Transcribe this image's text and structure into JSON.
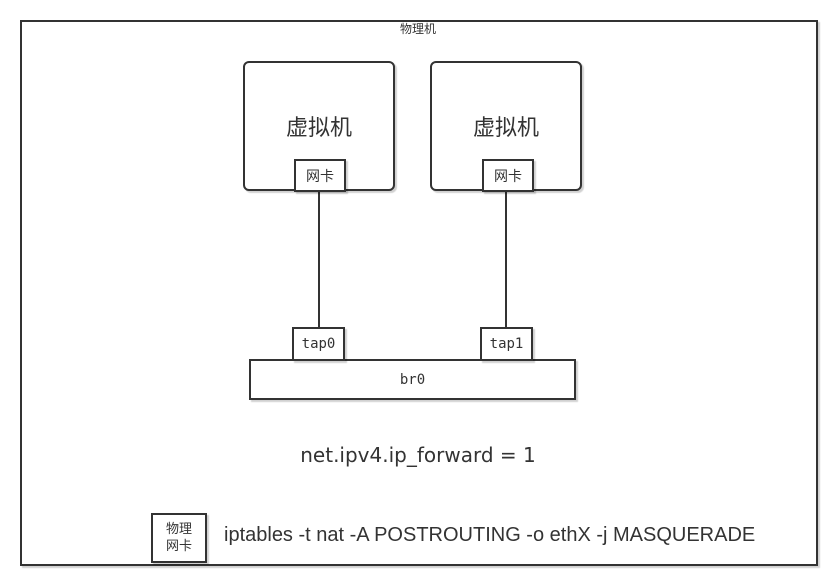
{
  "diagram": {
    "title": "物理机",
    "vms": [
      {
        "label": "虚拟机",
        "nic_label": "网卡",
        "tap_label": "tap0"
      },
      {
        "label": "虚拟机",
        "nic_label": "网卡",
        "tap_label": "tap1"
      }
    ],
    "bridge_label": "br0",
    "sysctl_text": "net.ipv4.ip_forward = 1",
    "physical_nic": {
      "label_line1": "物理",
      "label_line2": "网卡"
    },
    "iptables_text": "iptables -t nat -A POSTROUTING -o ethX -j MASQUERADE",
    "colors": {
      "stroke": "#333333",
      "text": "#333333",
      "background": "#ffffff"
    }
  }
}
